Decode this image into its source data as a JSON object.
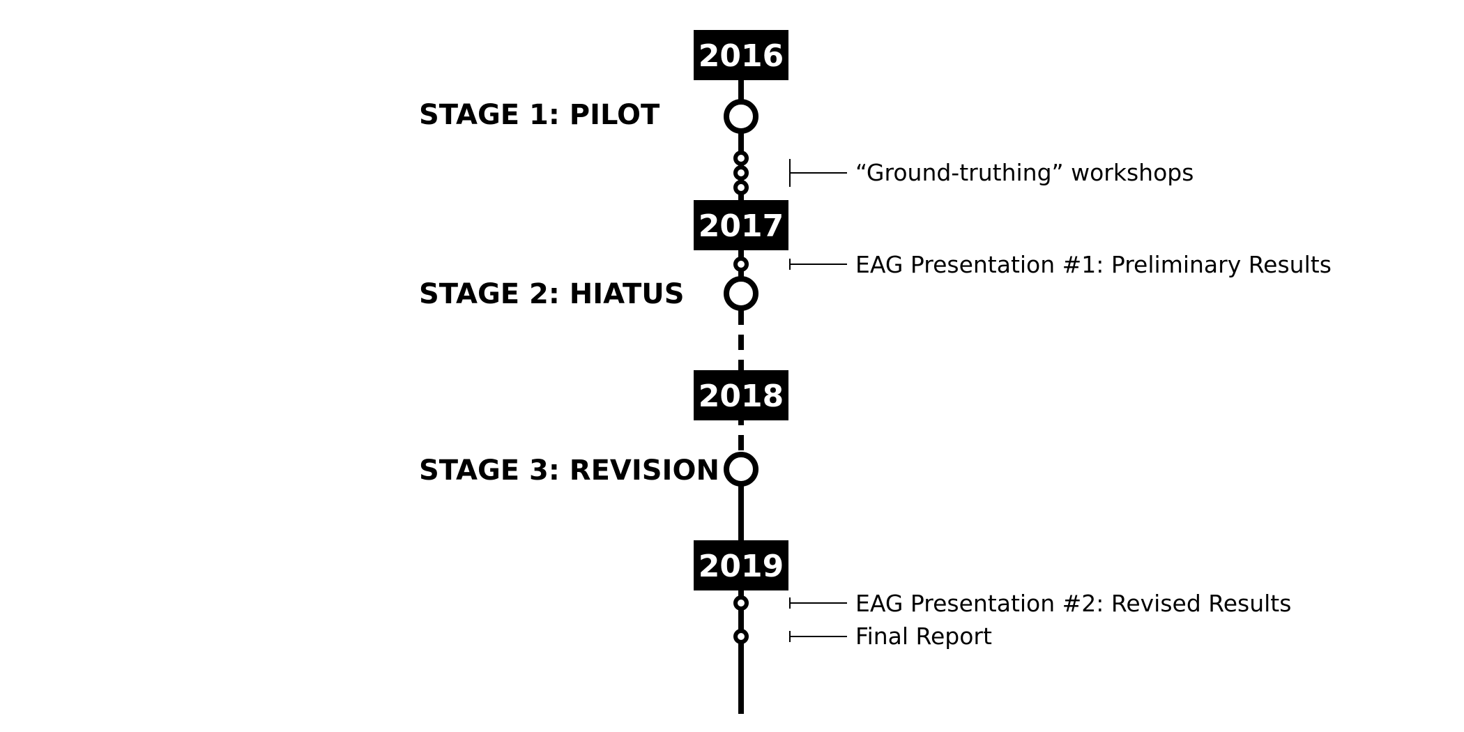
{
  "years": [
    "2016",
    "2017",
    "2018",
    "2019"
  ],
  "stages": [
    {
      "label": "STAGE 1: PILOT"
    },
    {
      "label": "STAGE 2: HIATUS"
    },
    {
      "label": "STAGE 3: REVISION"
    }
  ],
  "events": [
    {
      "label": "“Ground-truthing” workshops",
      "markers": 3
    },
    {
      "label": "EAG Presentation #1: Preliminary Results",
      "markers": 1
    },
    {
      "label": "EAG Presentation #2: Revised Results",
      "markers": 1
    },
    {
      "label": "Final Report",
      "markers": 1
    }
  ],
  "colors": {
    "line": "#000000",
    "box": "#000000",
    "box_text": "#ffffff",
    "background": "#ffffff"
  }
}
